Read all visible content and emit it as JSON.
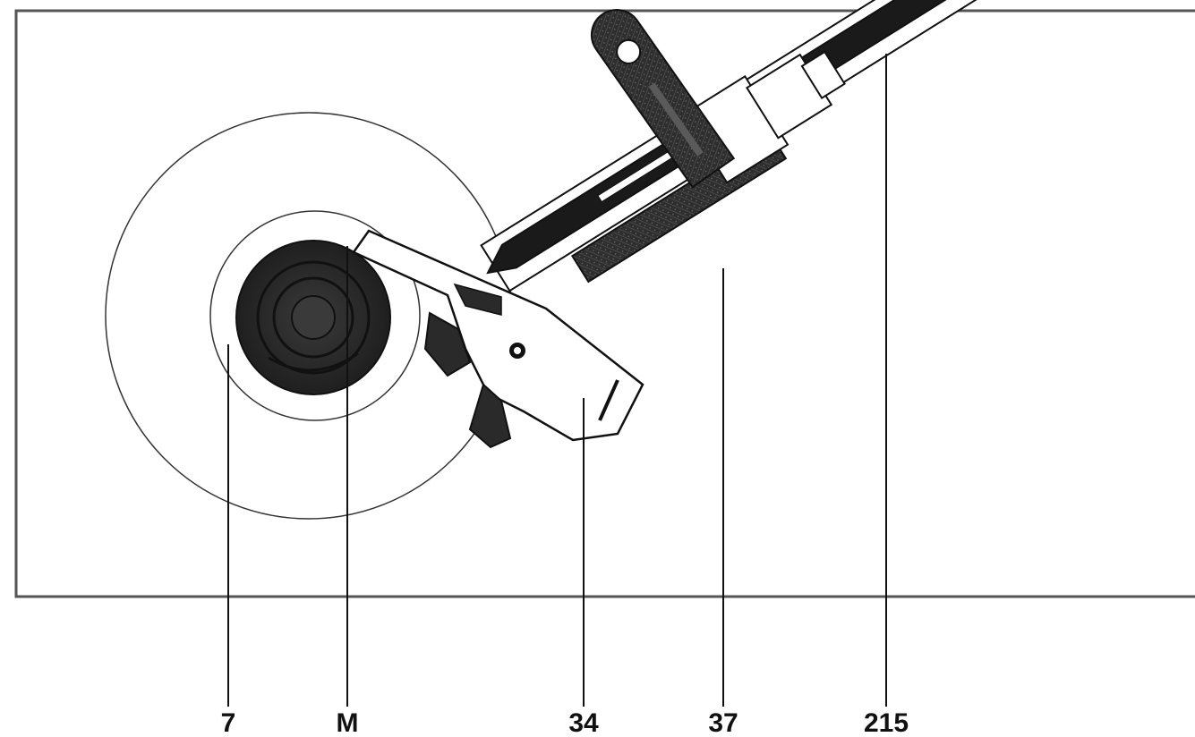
{
  "callouts": {
    "c1": {
      "label": "7"
    },
    "c2": {
      "label": "M"
    },
    "c3": {
      "label": "34"
    },
    "c4": {
      "label": "37"
    },
    "c5": {
      "label": "215"
    }
  },
  "colors": {
    "ink": "#111111",
    "dark_fill": "#262626",
    "texture_fill": "#3a3a3a",
    "paper": "#ffffff",
    "frame": "#555555"
  }
}
